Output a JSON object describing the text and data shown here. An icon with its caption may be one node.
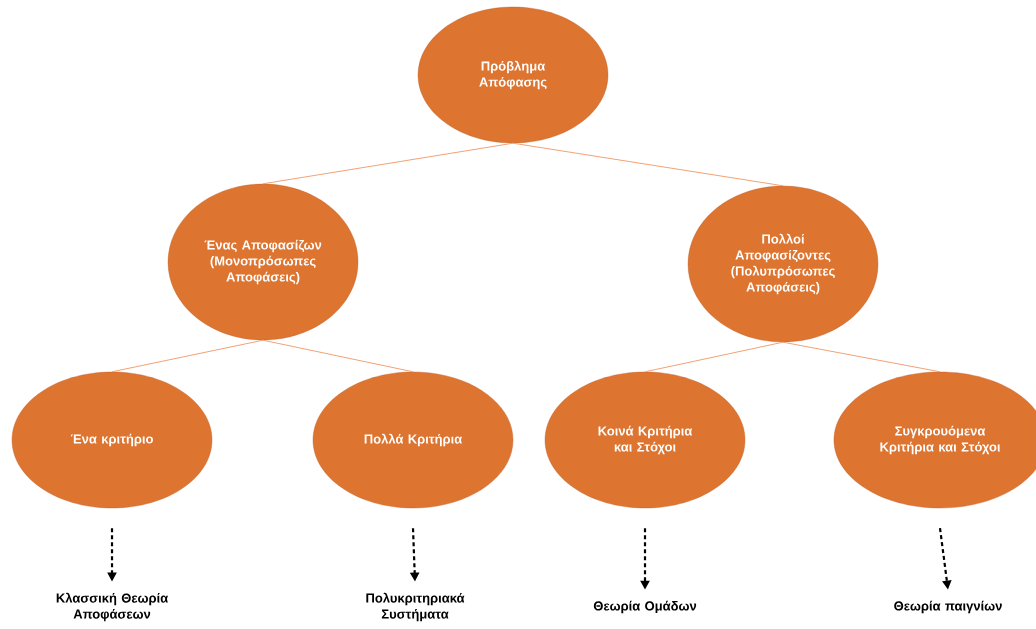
{
  "diagram": {
    "nodes": [
      {
        "text": [
          "Πρόβλημα Απόφασης"
        ]
      },
      {
        "text": [
          "Ένας Αποφασίζων (Μονοπρόσωπες Αποφάσεις)"
        ]
      },
      {
        "text": [
          "Πολλοί Αποφασίζοντες (Πολυπρόσωπες Αποφάσεις)"
        ]
      },
      {
        "text": [
          "Ένα κριτήριο"
        ]
      },
      {
        "text": [
          "Πολλά Κριτήρια"
        ]
      },
      {
        "text": [
          "Κοινά Κριτήρια και Στόχοι"
        ]
      },
      {
        "text": [
          "Συγκρουόμενα Κριτήρια και Στόχοι"
        ]
      },
      {
        "text": [
          "Κλασσική Θεωρία Αποφάσεων"
        ]
      },
      {
        "text": [
          "Πολυκριτηριακά Συστήματα"
        ]
      },
      {
        "text": [
          "Θεωρία Ομάδων"
        ]
      },
      {
        "text": [
          "Θεωρία παιγνίων"
        ]
      }
    ],
    "edges": [
      {
        "from": 0,
        "to": 1,
        "arrow": "none"
      },
      {
        "from": 0,
        "to": 2,
        "arrow": "none"
      },
      {
        "from": 1,
        "to": 3,
        "arrow": "none"
      },
      {
        "from": 1,
        "to": 4,
        "arrow": "none"
      },
      {
        "from": 2,
        "to": 5,
        "arrow": "none"
      },
      {
        "from": 2,
        "to": 6,
        "arrow": "none"
      },
      {
        "from": 3,
        "to": 7,
        "arrow": "to",
        "style": "dashed",
        "color": "#000000"
      },
      {
        "from": 4,
        "to": 8,
        "arrow": "to",
        "style": "dashed",
        "color": "#000000"
      },
      {
        "from": 5,
        "to": 9,
        "arrow": "to",
        "style": "dashed",
        "color": "#000000"
      },
      {
        "from": 6,
        "to": 10,
        "arrow": "to",
        "style": "dashed",
        "color": "#000000"
      }
    ]
  }
}
